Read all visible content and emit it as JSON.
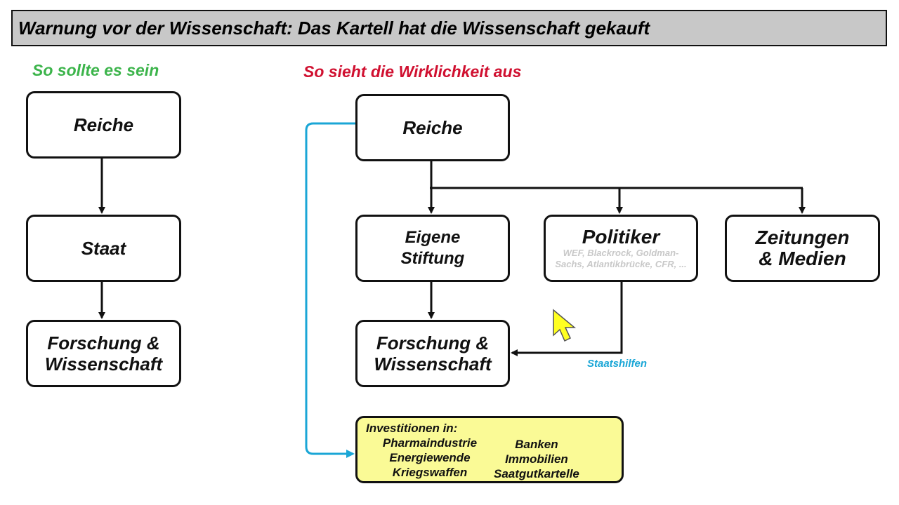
{
  "title": "Warnung vor der Wissenschaft: Das Kartell hat die Wissenschaft gekauft",
  "left": {
    "heading": "So sollte es sein",
    "heading_color": "#3cb44b",
    "boxes": [
      "Reiche",
      "Staat",
      "Forschung & Wissenschaft"
    ]
  },
  "right": {
    "heading": "So sieht die Wirklichkeit aus",
    "heading_color": "#d01030",
    "reiche": "Reiche",
    "stiftung": "Eigene Stiftung",
    "politiker": "Politiker",
    "politiker_sub": "WEF, Blackrock, Goldman-Sachs, Atlantikbrücke, CFR, ...",
    "medien": "Zeitungen & Medien",
    "forschung": "Forschung & Wissenschaft",
    "staatshilfen": "Staatshilfen",
    "invest": {
      "title": "Investitionen in:",
      "col1": [
        "Pharmaindustrie",
        "Energiewende",
        "Kriegswaffen"
      ],
      "col2": [
        "Banken",
        "Immobilien",
        "Saatgutkartelle"
      ]
    }
  }
}
